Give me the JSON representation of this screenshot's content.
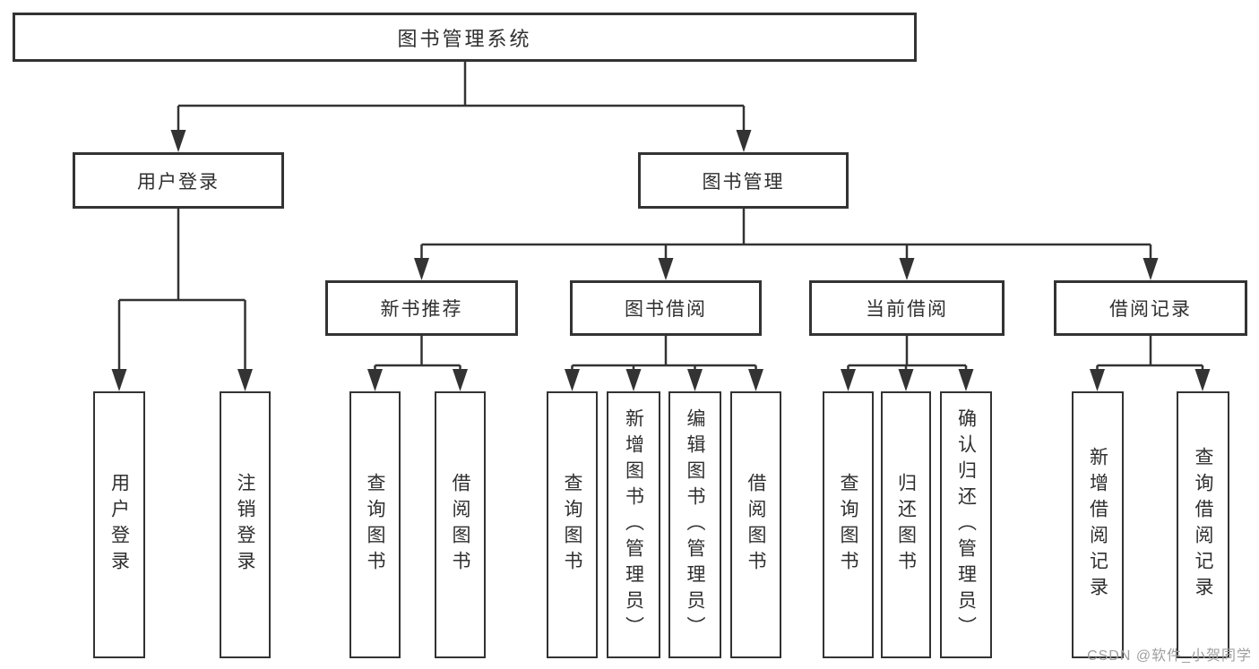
{
  "tree": {
    "root": {
      "label": "图书管理系统",
      "children": [
        {
          "label": "用户登录",
          "children": [
            {
              "label": "用户登录"
            },
            {
              "label": "注销登录"
            }
          ]
        },
        {
          "label": "图书管理",
          "children": [
            {
              "label": "新书推荐",
              "children": [
                {
                  "label": "查询图书"
                },
                {
                  "label": "借阅图书"
                }
              ]
            },
            {
              "label": "图书借阅",
              "children": [
                {
                  "label": "查询图书"
                },
                {
                  "label": "新增图书（管理员）"
                },
                {
                  "label": "编辑图书（管理员）"
                },
                {
                  "label": "借阅图书"
                }
              ]
            },
            {
              "label": "当前借阅",
              "children": [
                {
                  "label": "查询图书"
                },
                {
                  "label": "归还图书"
                },
                {
                  "label": "确认归还（管理员）"
                }
              ]
            },
            {
              "label": "借阅记录",
              "children": [
                {
                  "label": "新增借阅记录"
                },
                {
                  "label": "查询借阅记录"
                }
              ]
            }
          ]
        }
      ]
    }
  },
  "watermark": {
    "text": "CSDN @软件_小贺同学"
  },
  "colors": {
    "line": "#333333",
    "box_border": "#333333",
    "box_background": "#ffffff",
    "text": "#2f2f2f",
    "watermark": "#9f9f9f"
  }
}
